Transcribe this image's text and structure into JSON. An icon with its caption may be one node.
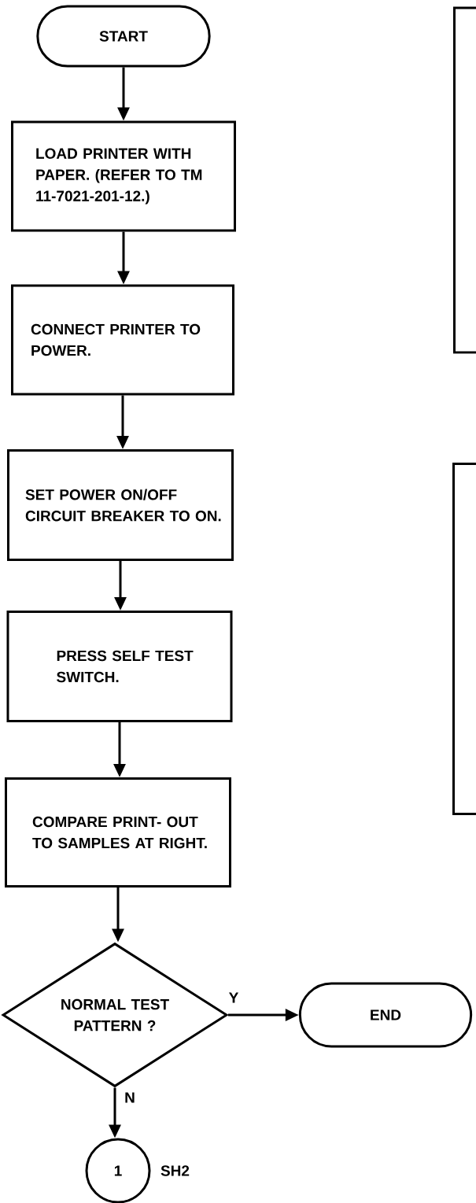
{
  "diagram": {
    "nodes": [
      {
        "text": [
          "START"
        ]
      },
      {
        "text": [
          "LOAD PRINTER WITH PAPER. (REFER TO TM 11-7021-201-12.)"
        ]
      },
      {
        "text": [
          "CONNECT PRINTER TO POWER."
        ]
      },
      {
        "text": [
          "SET POWER ON/OFF CIRCUIT BREAKER TO ON."
        ]
      },
      {
        "text": [
          "PRESS SELF TEST SWITCH."
        ]
      },
      {
        "text": [
          "COMPARE PRINT- OUT TO SAMPLES AT RIGHT."
        ]
      },
      {
        "text": [
          "NORMAL TEST PATTERN ?"
        ]
      },
      {
        "text": [
          "END"
        ]
      },
      {
        "text": [
          "1"
        ],
        "beside": [
          "SH2"
        ]
      },
      {
        "text": [],
        "shape": "box"
      },
      {
        "text": [],
        "shape": "box"
      }
    ],
    "edges": [
      {
        "from": 0,
        "to": 1,
        "arrow": "to"
      },
      {
        "from": 1,
        "to": 2,
        "arrow": "to"
      },
      {
        "from": 2,
        "to": 3,
        "arrow": "to"
      },
      {
        "from": 3,
        "to": 4,
        "arrow": "to"
      },
      {
        "from": 4,
        "to": 5,
        "arrow": "to"
      },
      {
        "from": 5,
        "to": 6,
        "arrow": "to"
      },
      {
        "from": 6,
        "to": 7,
        "arrow": "to",
        "label": "Y"
      },
      {
        "from": 6,
        "to": 8,
        "arrow": "to",
        "label": "N"
      }
    ]
  }
}
